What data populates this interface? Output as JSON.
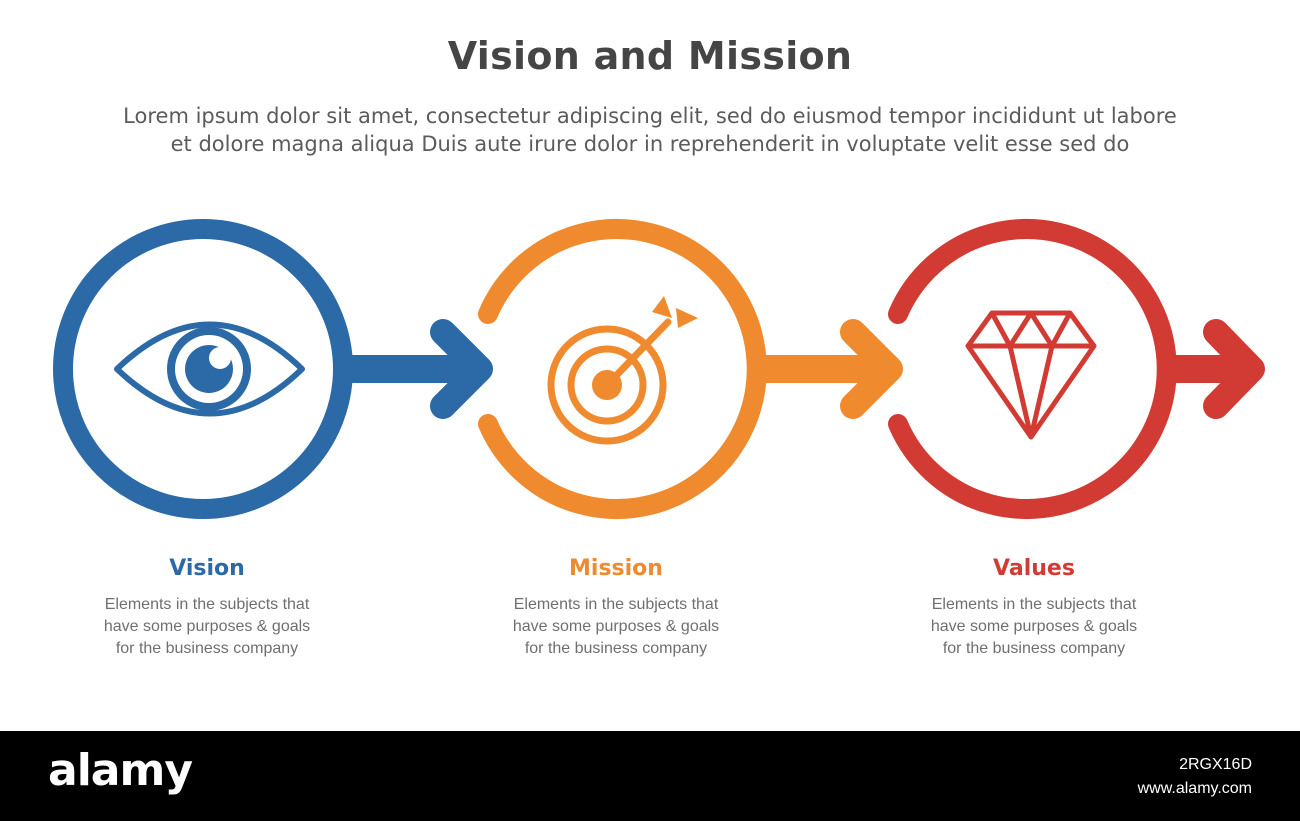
{
  "header": {
    "title": "Vision and Mission",
    "subtitle_lines": [
      "Lorem ipsum dolor sit amet, consectetur adipiscing elit, sed do eiusmod tempor incididunt ut labore",
      "et dolore magna aliqua Duis aute irure dolor in reprehenderit in voluptate velit esse sed do"
    ]
  },
  "items": [
    {
      "title": "Vision",
      "color": "#2b6aa6",
      "icon": "eye-icon",
      "desc_lines": [
        "Elements in the subjects that",
        "have  some purposes & goals",
        "for the  business company"
      ]
    },
    {
      "title": "Mission",
      "color": "#ef8a2e",
      "icon": "target-arrow-icon",
      "desc_lines": [
        "Elements in the subjects that",
        "have  some purposes & goals",
        "for the  business company"
      ]
    },
    {
      "title": "Values",
      "color": "#d23b33",
      "icon": "diamond-icon",
      "desc_lines": [
        "Elements in the subjects that",
        "have  some purposes & goals",
        "for the  business company"
      ]
    }
  ],
  "footer": {
    "logo": "alamy",
    "image_id": "2RGX16D",
    "site": "www.alamy.com"
  }
}
